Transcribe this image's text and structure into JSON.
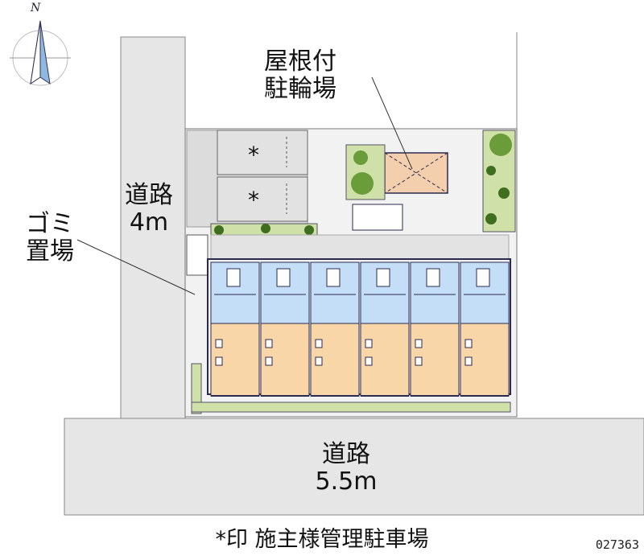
{
  "compass": {
    "north_label": "N"
  },
  "roads": {
    "left": {
      "name": "道路",
      "width": "4m"
    },
    "bottom": {
      "name": "道路",
      "width": "5.5m"
    }
  },
  "labels": {
    "garbage": [
      "ゴミ",
      "置場"
    ],
    "roof_bike": [
      "屋根付",
      "駐輪場"
    ],
    "parking_marker": "*"
  },
  "legend": {
    "text": "*印 施主様管理駐車場"
  },
  "code": "027363",
  "units": {
    "count": 6
  },
  "colors": {
    "road": "#e6e6e6",
    "site": "#f2f2f2",
    "unit_wet": "#c4def7",
    "unit_room": "#f8d6a8",
    "bike": "#f3cfae",
    "tree": "#6a9c3a",
    "outline": "#2a2a50"
  }
}
